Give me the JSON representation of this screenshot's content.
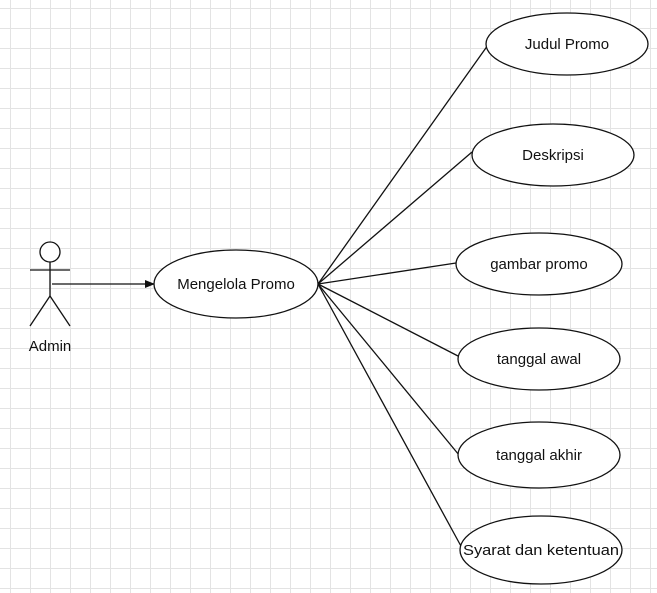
{
  "actor": {
    "label": "Admin",
    "icon": "stick-figure-actor-icon"
  },
  "main_use_case": {
    "label": "Mengelola Promo"
  },
  "attributes": [
    {
      "label": "Judul Promo"
    },
    {
      "label": "Deskripsi"
    },
    {
      "label": "gambar promo"
    },
    {
      "label": "tanggal awal"
    },
    {
      "label": "tanggal akhir"
    },
    {
      "label": "Syarat dan ketentuan"
    }
  ],
  "colors": {
    "stroke": "#111111",
    "fill": "#ffffff",
    "grid": "#e3e3e3"
  }
}
